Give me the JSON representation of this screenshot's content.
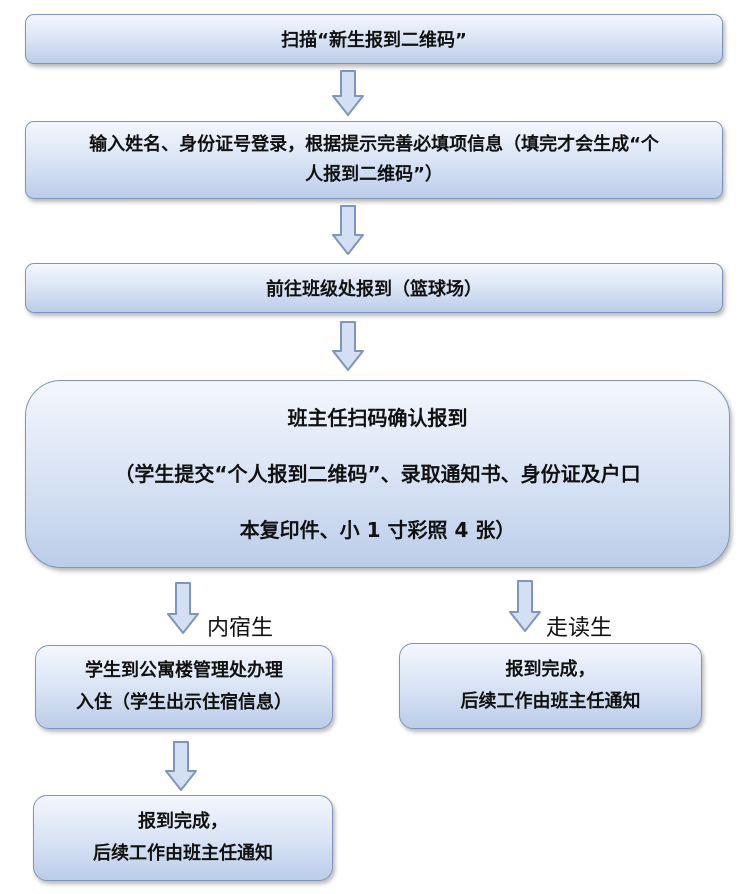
{
  "steps": {
    "scan": "扫描“新生报到二维码”",
    "login_line1": "输入姓名、身份证号登录，根据提示完善必填项信息（填完才会生成“个",
    "login_line2": "人报到二维码”）",
    "go_class": "前往班级处报到（篮球场）",
    "confirm_title": "班主任扫码确认报到",
    "confirm_line2": "（学生提交“个人报到二维码”、录取通知书、身份证及户口",
    "confirm_line3": "本复印件、小 1 寸彩照 4 张）"
  },
  "branches": {
    "boarding_label": "内宿生",
    "day_label": "走读生",
    "boarding_step_line1": "学生到公寓楼管理处办理",
    "boarding_step_line2": "入住（学生出示住宿信息）",
    "day_done_line1": "报到完成，",
    "day_done_line2": "后续工作由班主任通知",
    "boarding_done_line1": "报到完成，",
    "boarding_done_line2": "后续工作由班主任通知"
  },
  "colors": {
    "box_border": "#7f95bd",
    "box_fill_top": "#f4f7fd",
    "box_fill_bottom": "#bccde9",
    "arrow_fill": "#d3dff3",
    "arrow_stroke": "#7f95bd"
  }
}
